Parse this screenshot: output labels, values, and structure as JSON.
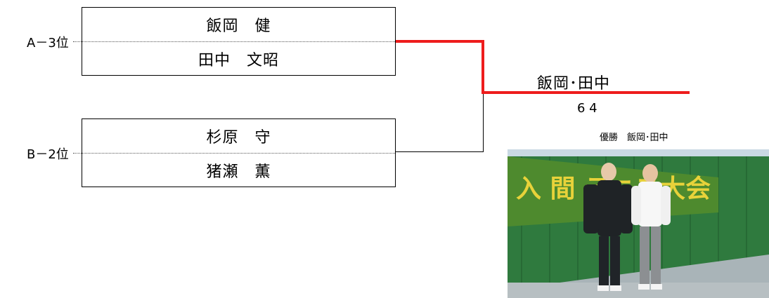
{
  "bracket": {
    "match1": {
      "seed": "A－3位",
      "player1": "飯岡　健",
      "player2": "田中　文昭"
    },
    "match2": {
      "seed": "B－2位",
      "player1": "杉原　守",
      "player2": "猪瀬　薫"
    },
    "result": {
      "winner": "飯岡･田中",
      "score": "6 4"
    }
  },
  "photo": {
    "caption": "優勝　飯岡･田中",
    "banner_text": "入 間 テニス大会"
  },
  "colors": {
    "winner_line": "#ee1c1c",
    "bracket_line": "#000000",
    "banner_green": "#4e8a2e",
    "banner_text": "#e8d23a",
    "fence_green": "#2f7a3e"
  }
}
